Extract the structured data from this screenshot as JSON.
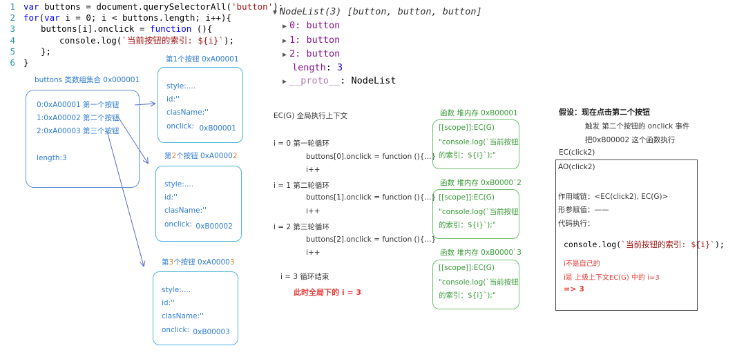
{
  "code": {
    "line_numbers": [
      "1",
      "2",
      "3",
      "4",
      "5",
      "6"
    ],
    "l1_kw": "var",
    "l1_rest": " buttons = document.querySelectorAll(",
    "l1_str": "'button'",
    "l1_end": ");",
    "l2_kw": "for",
    "l2_a": "(",
    "l2_kw2": "var",
    "l2_rest": " i = 0; i < buttons.length; i++){",
    "l3_a": "buttons[i].onclick = ",
    "l3_kw": "function",
    "l3_rest": " (){",
    "l4_a": "console.log(",
    "l4_str": "`当前按钮的索引: ${i}`",
    "l4_end": ");",
    "l5": "};",
    "l6": "}"
  },
  "nodelist": {
    "header": "NodeList(3) [button, button, button]",
    "items": [
      {
        "key": "0",
        "val": "button"
      },
      {
        "key": "1",
        "val": "button"
      },
      {
        "key": "2",
        "val": "button"
      }
    ],
    "length_key": "length",
    "length_val": "3",
    "proto_key": "__proto__",
    "proto_val": "NodeList"
  },
  "collection": {
    "title": "buttons 类数组集合 0x000001",
    "rows": [
      "0:0xA00001 第一个按钮",
      "1:0xA00002 第二个按钮",
      "2:0xA00003 第三个按钮"
    ],
    "length": "length:3"
  },
  "buttons": [
    {
      "title": "第1个按钮 0xA00001",
      "style": "style:....",
      "id": "id:''",
      "cls": "clasName:''",
      "onclick": "onclick:",
      "addr": "0xB00001"
    },
    {
      "title_a": "第",
      "title_b": "2",
      "title_c": "个按钮 0xA0000",
      "title_d": "2",
      "style": "style:....",
      "id": "id:''",
      "cls": "clasName:''",
      "onclick": "onclick:",
      "addr": "0xB00002"
    },
    {
      "title_a": "第",
      "title_b": "3",
      "title_c": "个按钮 0xA0000",
      "title_d": "3",
      "style": "style:....",
      "id": "id:''",
      "cls": "clasName:''",
      "onclick": "onclick:",
      "addr": "0xB00003"
    }
  ],
  "ec": {
    "title": "EC(G) 全局执行上下文",
    "loops": [
      {
        "head": "i = 0 第一轮循环",
        "assign": "buttons[0].onclick = function (){...}",
        "inc": "i++"
      },
      {
        "head": "i = 1 第二轮循环",
        "assign": "buttons[1].onclick = function (){...}",
        "inc": "i++"
      },
      {
        "head": "i = 2 第三轮循环",
        "assign": "buttons[2].onclick = function (){...}",
        "inc": "i++"
      }
    ],
    "end": "i = 3  循环结束",
    "note": "此时全局下的 i = 3"
  },
  "heaps": [
    {
      "title": "函数 堆内存 0xB00001",
      "scope": "[[scope]]:EC(G)",
      "body1": "\"console.log(`当前按钮",
      "body2": "的索引：${i}`);\""
    },
    {
      "title": "函数 堆内存 0xB0000`2",
      "scope": "[[scope]]:EC(G)",
      "body1": "\"console.log(`当前按钮",
      "body2": "的索引：${i}`);\""
    },
    {
      "title": "函数 堆内存 0xB0000`3",
      "scope": "[[scope]]:EC(G)",
      "body1": "\"console.log(`当前按钮",
      "body2": "的索引：${i}`);\""
    }
  ],
  "assume": {
    "title": "假设：现在点击第二个按钮",
    "line1": "触发 第二个按钮的 onclick 事件",
    "line2": "把0xB00002 这个函数执行",
    "ec_click": "EC(click2)",
    "ao": "AO(click2)",
    "scope_chain": "作用域链：<EC(click2), EC(G)>",
    "params": "形参赋值：——",
    "exec": "代码执行：",
    "code_a": "console.log(",
    "code_str": "`当前按钮的索引: ${i}`",
    "code_end": ");",
    "red1": "i不是自己的",
    "red2": "i是 上级上下文EC(G) 中的 i=3",
    "red3": "=> 3"
  }
}
